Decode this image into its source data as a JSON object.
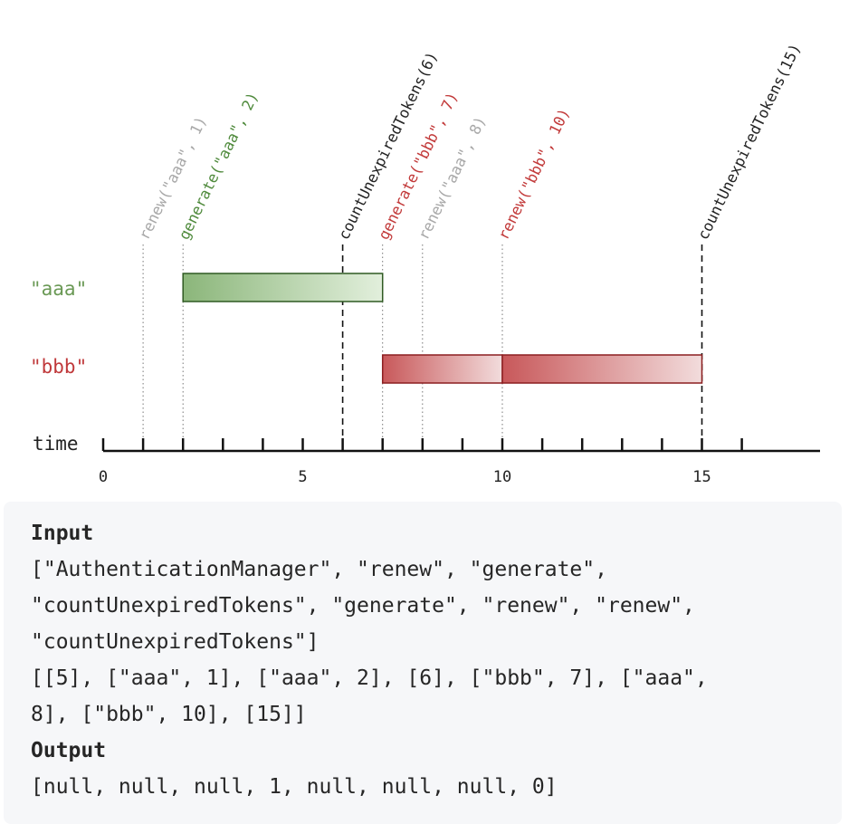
{
  "diagram": {
    "axis_label": "time",
    "tick_labels": [
      "0",
      "5",
      "10",
      "15"
    ],
    "ticks": [
      0,
      1,
      2,
      3,
      4,
      5,
      6,
      7,
      8,
      9,
      10,
      11,
      12,
      13,
      14,
      15,
      16
    ],
    "rows": [
      {
        "label": "\"aaa\"",
        "color": "#6a9955",
        "bars": [
          {
            "start": 2,
            "end": 7
          }
        ]
      },
      {
        "label": "\"bbb\"",
        "color": "#c0393b",
        "bars": [
          {
            "start": 7,
            "end": 10
          },
          {
            "start": 10,
            "end": 15
          }
        ]
      }
    ],
    "events": [
      {
        "label": "renew(\"aaa\", 1)",
        "time": 1,
        "color": "#a8a8a8",
        "line": "dotted"
      },
      {
        "label": "generate(\"aaa\", 2)",
        "time": 2,
        "color": "#4f8a3c",
        "line": "dotted"
      },
      {
        "label": "countUnexpiredTokens(6)",
        "time": 6,
        "color": "#222222",
        "line": "dashed"
      },
      {
        "label": "generate(\"bbb\", 7)",
        "time": 7,
        "color": "#c23a3a",
        "line": "dotted"
      },
      {
        "label": "renew(\"aaa\", 8)",
        "time": 8,
        "color": "#a8a8a8",
        "line": "dotted"
      },
      {
        "label": "renew(\"bbb\", 10)",
        "time": 10,
        "color": "#c23a3a",
        "line": "dotted"
      },
      {
        "label": "countUnexpiredTokens(15)",
        "time": 15,
        "color": "#222222",
        "line": "dashed"
      }
    ]
  },
  "example": {
    "input_heading": "Input",
    "input_lines": [
      "[\"AuthenticationManager\", \"renew\", \"generate\",",
      "\"countUnexpiredTokens\", \"generate\", \"renew\", \"renew\",",
      "\"countUnexpiredTokens\"]",
      "[[5], [\"aaa\", 1], [\"aaa\", 2], [6], [\"bbb\", 7], [\"aaa\",",
      "8], [\"bbb\", 10], [15]]"
    ],
    "output_heading": "Output",
    "output_lines": [
      "[null, null, null, 1, null, null, null, 0]"
    ]
  }
}
